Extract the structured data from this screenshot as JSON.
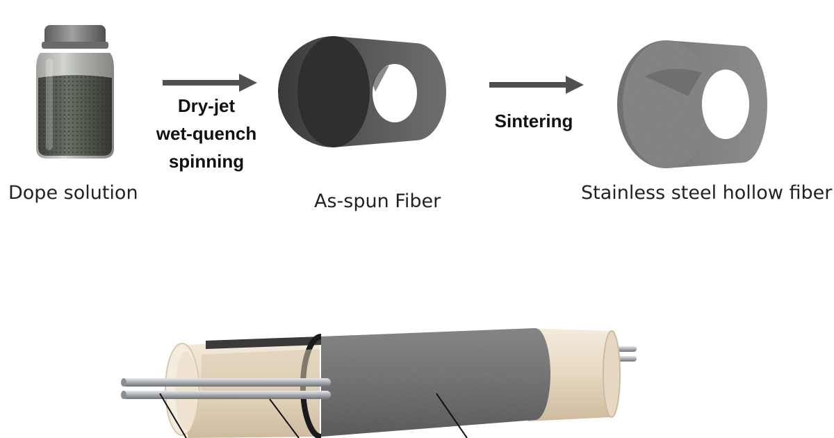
{
  "top_row": {
    "dope_label": "Dope solution",
    "step1_lines": [
      "Dry-jet",
      "wet-quench",
      "spinning"
    ],
    "asspun_label": "As-spun Fiber",
    "step2_label": "Sintering",
    "ss_label": "Stainless steel hollow fiber"
  },
  "colors": {
    "arrow": "#505050",
    "fiber_dark": "#4a4a4a",
    "porous_gray": "#6c6c6c",
    "tube_beige": "#e9dcc8",
    "steel": "#b9bcc0"
  }
}
